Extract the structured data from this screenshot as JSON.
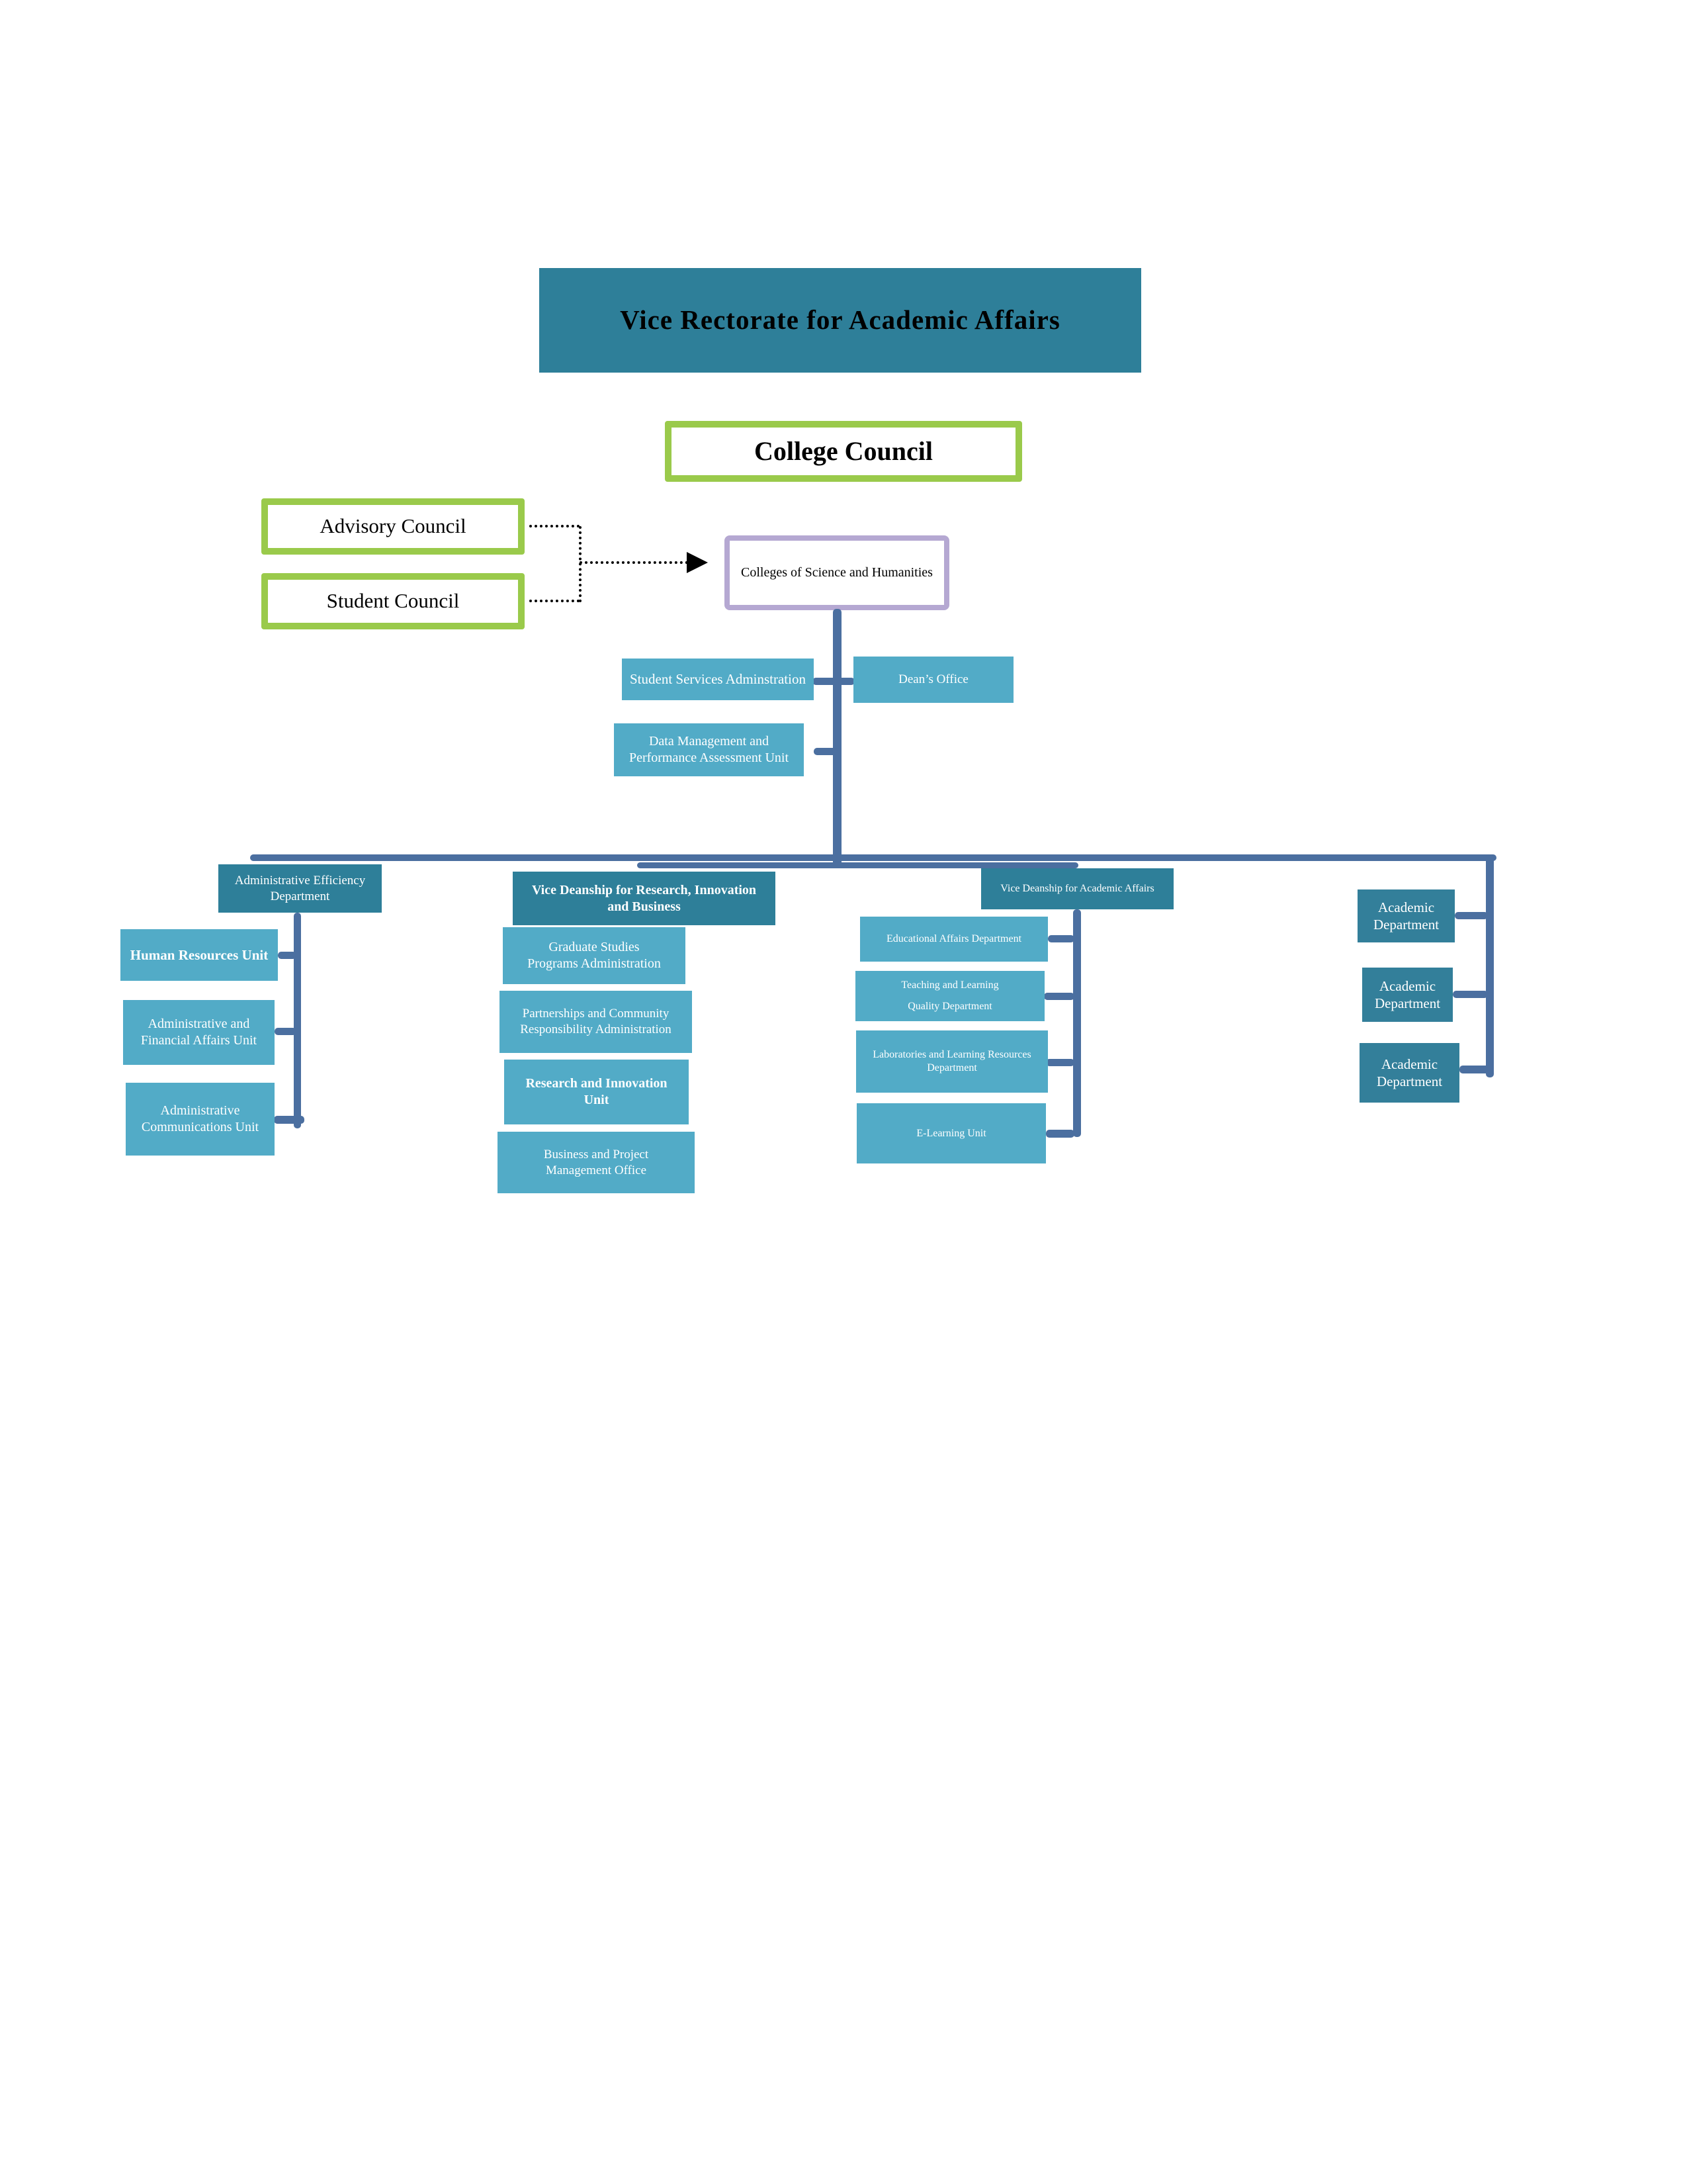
{
  "colors": {
    "dark_teal": "#2e7f99",
    "light_blue": "#52abc7",
    "connector_blue": "#4b6fa0",
    "green_border": "#9aca4b",
    "purple_border": "#b5a8d2",
    "arrow_black": "#000000",
    "page_background": "#ffffff"
  },
  "boxes": {
    "vice_rectorate": {
      "label": "Vice Rectorate for Academic Affairs"
    },
    "college_council": {
      "label": "College Council"
    },
    "advisory_council": {
      "label": "Advisory Council"
    },
    "student_council": {
      "label": "Student Council"
    },
    "colleges_sh": {
      "label": "Colleges of Science and Humanities"
    },
    "student_services": {
      "label": "Student Services Adminstration"
    },
    "deans_office": {
      "label": "Dean’s Office"
    },
    "data_mgmt": {
      "lines": [
        "Data Management and",
        "Performance Assessment Unit"
      ]
    },
    "admin_efficiency": {
      "lines": [
        "Administrative Efficiency",
        "Department"
      ]
    },
    "human_resources": {
      "label": "Human Resources Unit"
    },
    "admin_financial": {
      "lines": [
        "Administrative and",
        "Financial Affairs Unit"
      ]
    },
    "admin_comms": {
      "lines": [
        "Administrative",
        "Communications Unit"
      ]
    },
    "vd_research": {
      "lines": [
        "Vice Deanship for Research, Innovation",
        "and Business"
      ]
    },
    "graduate_studies": {
      "lines": [
        "Graduate Studies",
        "Programs Administration"
      ]
    },
    "partnerships": {
      "lines": [
        "Partnerships and Community",
        "Responsibility Administration"
      ]
    },
    "research_innovation": {
      "lines": [
        "Research  and Innovation",
        "Unit"
      ]
    },
    "business_project": {
      "lines": [
        "Business and Project",
        "Management Office"
      ]
    },
    "vd_academic": {
      "label": "Vice Deanship for Academic Affairs"
    },
    "educational_affairs": {
      "label": "Educational Affairs Department"
    },
    "teaching_quality": {
      "lines": [
        "Teaching and Learning",
        "Quality Department"
      ]
    },
    "laboratories": {
      "lines": [
        "Laboratories and Learning Resources",
        "Department"
      ]
    },
    "elearning": {
      "label": "E-Learning Unit"
    },
    "academic_dept_1": {
      "lines": [
        "Academic",
        "Department"
      ]
    },
    "academic_dept_2": {
      "lines": [
        "Academic",
        "Department"
      ]
    },
    "academic_dept_3": {
      "lines": [
        "Academic",
        "Department"
      ]
    }
  }
}
